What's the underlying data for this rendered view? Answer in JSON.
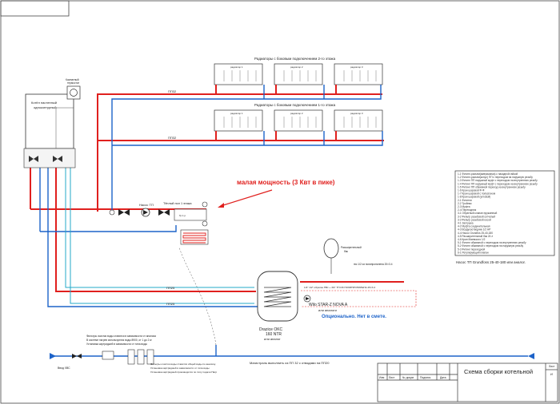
{
  "title": "Схема сборки котельной",
  "boiler": {
    "label_line1": "Котёл настенный",
    "label_line2": "одноконтурный"
  },
  "thermostat": {
    "label_line1": "Комнатный",
    "label_line2": "термостат"
  },
  "radiators_floor2": {
    "title": "Радиаторы с боковым подключением 2-го этажа",
    "labels": [
      "радиатор 1",
      "радиатор 2",
      "радиатор 3"
    ]
  },
  "radiators_floor1": {
    "title": "Радиаторы с боковым подключением 1-го этажа",
    "labels": [
      "радиатор 1",
      "радиатор 2",
      "радиатор 3"
    ]
  },
  "pipes": {
    "pp32_top": "ПП32",
    "pp32_mid": "ПП32",
    "pp25_a": "ПП25",
    "pp25_b": "ПП25"
  },
  "pump_label": "Насос ТП",
  "floor_heating": {
    "label": "Тёплый пол 1 этажа",
    "sublabel": "Гр.1 р"
  },
  "warning": "малая мощность (3 Квт в пике)",
  "expansion_tank": {
    "label_line1": "Расширительный",
    "label_line2": "бак"
  },
  "hot_water_note": "гвс 1/2 из полипропилена 20×3.4",
  "recirc_note": "1/4\" 1/2\" обратка ГВС + 3/4\" ТП ИЗ ПОЛИПРОПИЛЕНА 25×3.4",
  "dhw_pump": {
    "line1": "Wilo STAR-Z NOVA A",
    "line2": "или аналоги"
  },
  "optional_note": "Опционально. Нет в смете.",
  "boiler_tank": {
    "line1": "Drazice OKC",
    "line2": "160 NTR",
    "line3": "или аналог"
  },
  "water_filter_note": [
    "Фильтры очистки воды ставятся в зависимости от анализа",
    "В системе нагрев используются воды 8900, от 1 до 2 кг",
    "Установка картриджей в зависимости от типа воды"
  ],
  "filter_note_2": [
    "Фильтры очистки воды ставятся общей воды по анализу.",
    "Установка картриджей в зависимости от типа воды",
    "Установка картриджей производится по типу подачи Нагр"
  ],
  "main_pipe_label": "Магистраль выполнить из ПП 32 с отводами на ПП20",
  "inlet_label": "Ввод ХВС",
  "pump_tp_caption": "Насос ТП Grundfoss 25-40-180 или аналог.",
  "legend_items": [
    "1-1 Фитинг-разъем(американка) с накидной гайкой",
    "1-2 Фитинг-разъем(конус) ПП с переходом на наружную резьбу",
    "1-3 Фитинг ПП наружный муфт с переходом на внутреннюю резьбу",
    "1-4 Фитинг ПП наружный муфт с переходом на внутреннюю резьбу",
    "1-5 Фитинг ПП обжимной переход на внутреннюю резьбу",
    "1-6 Кран шаровой Ф-Ф",
    "1-7 Кран шаровой с полусгоном",
    "1-8 Кран шаровой (угловой)",
    "2-1 Фитинги",
    "2-2 Тройник",
    "2-3 Муфта",
    "2-4 Переходник",
    "3-1 Обратный клапан пружинный",
    "3-2 Фильтр резьбовой сетчатый",
    "3-3 Фильтр резьбовой косой",
    "4-1 Заглушка",
    "4-2 Муфта соединительная",
    "4-3 Воздухоотводчик 1/2 НР",
    "4-4 Насос Grundfos 25-40-180",
    "4-5 Расширительный бак 24 л",
    "4-6 Кран Маевского 1/2",
    "5-1 Фитинг обжимной с переходом на внутреннюю резьбу",
    "5-2 Фитинг обжимной с переходом на наружную резьбу",
    "5-3 Фитинг переходной",
    "6-1 Регулирующий клапан"
  ],
  "stamp": {
    "col1": "Изм",
    "col2": "Лист",
    "col3": "№ докум",
    "col4": "Подпись",
    "col5": "Дата",
    "sheet_label": "Лист",
    "sheet_letter": "И"
  },
  "colors": {
    "red": "#e0201e",
    "blue": "#1d63c9",
    "cyan": "#23a8c9",
    "dark": "#222222"
  }
}
